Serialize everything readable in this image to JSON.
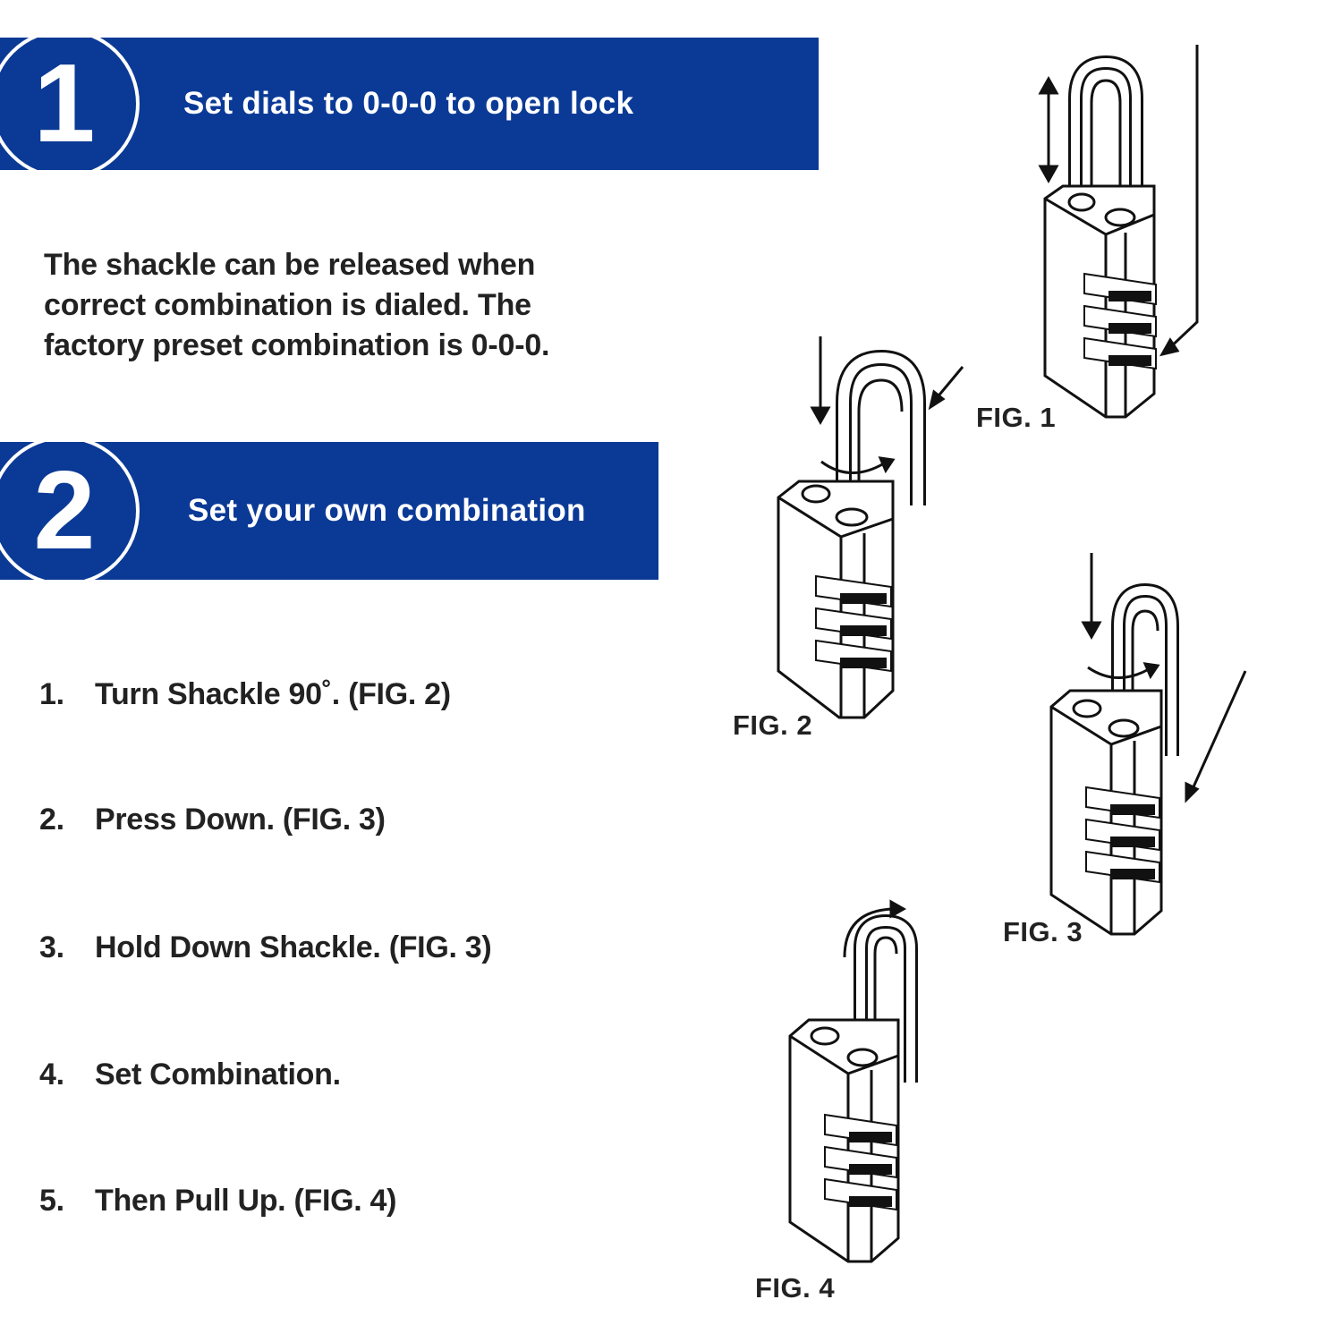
{
  "step1": {
    "number": "1",
    "title": "Set dials to 0-0-0 to open lock"
  },
  "intro_text": "The shackle can be released when correct combination is dialed. The factory preset combination is 0-0-0.",
  "step2": {
    "number": "2",
    "title": "Set your own combination"
  },
  "instructions": [
    {
      "num": "1.",
      "text": "Turn Shackle 90˚. (FIG. 2)"
    },
    {
      "num": "2.",
      "text": "Press Down. (FIG. 3)"
    },
    {
      "num": "3.",
      "text": "Hold Down Shackle. (FIG. 3)"
    },
    {
      "num": "4.",
      "text": "Set Combination."
    },
    {
      "num": "5.",
      "text": "Then Pull Up. (FIG. 4)"
    }
  ],
  "figures": [
    "FIG. 1",
    "FIG. 2",
    "FIG. 3",
    "FIG. 4"
  ],
  "colors": {
    "banner": "#0b3a96",
    "text": "#222222",
    "line": "#111111"
  }
}
